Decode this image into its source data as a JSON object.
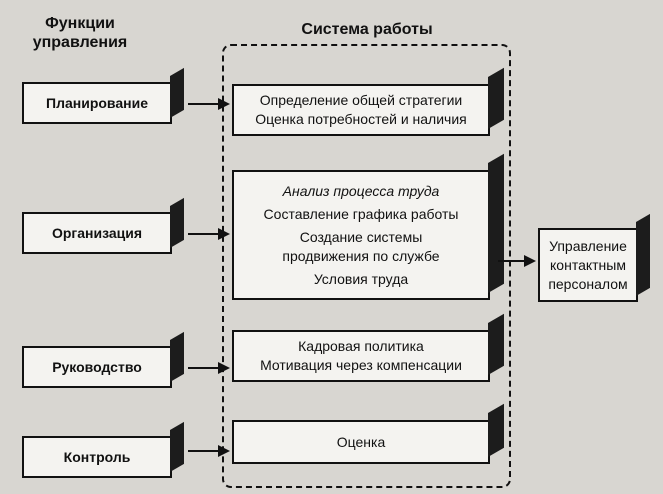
{
  "headings": {
    "functions": "Функции\nуправления",
    "system": "Система работы"
  },
  "functions": [
    "Планирование",
    "Организация",
    "Руководство",
    "Контроль"
  ],
  "system_blocks": {
    "strategy": [
      "Определение общей стратегии",
      "Оценка потребностей и наличия"
    ],
    "organization": [
      "Анализ процесса труда",
      "Составление графика работы",
      "Создание системы продвижения по службе",
      "Условия труда"
    ],
    "leadership": [
      "Кадровая политика",
      "Мотивация через компенсации"
    ],
    "control": [
      "Оценка"
    ]
  },
  "result": "Управление контактным персоналом"
}
